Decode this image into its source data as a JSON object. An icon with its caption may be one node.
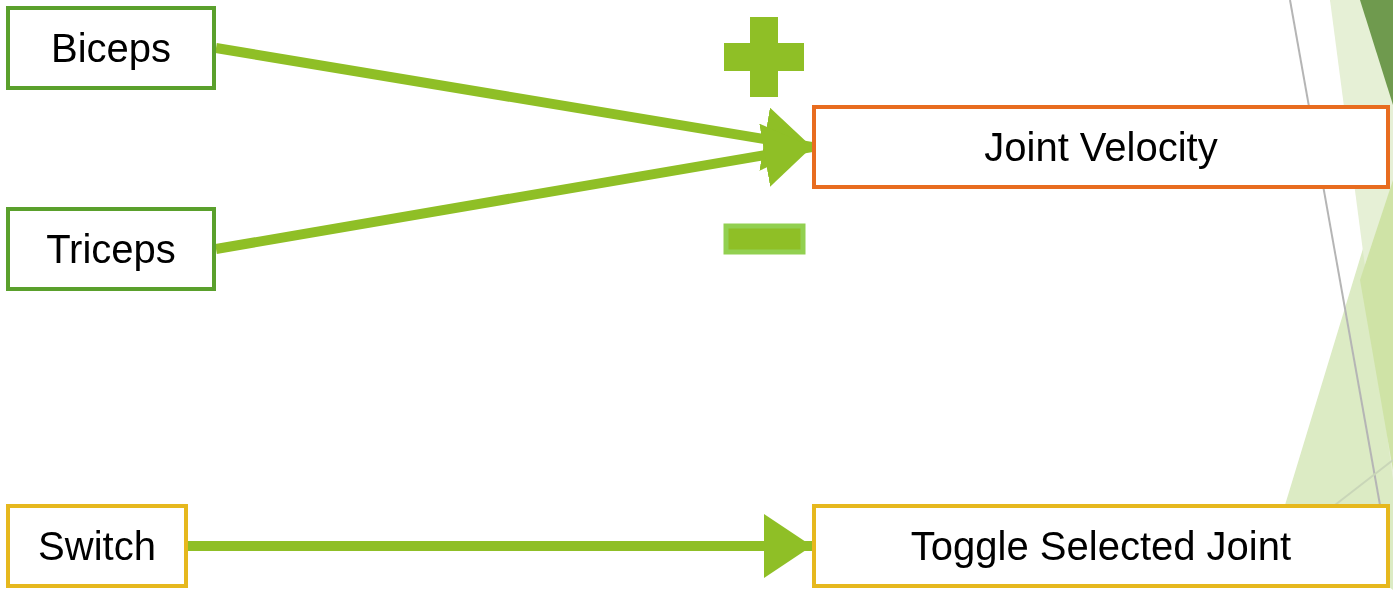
{
  "diagram": {
    "nodes": [
      {
        "text": [
          "Biceps"
        ]
      },
      {
        "text": [
          "Triceps"
        ]
      },
      {
        "text": [
          "Joint Velocity"
        ]
      },
      {
        "text": [
          "Switch"
        ]
      },
      {
        "text": [
          "Toggle Selected Joint"
        ]
      }
    ],
    "edges": [
      {
        "from": 0,
        "to": 2,
        "arrow": "to"
      },
      {
        "from": 1,
        "to": 2,
        "arrow": "to"
      },
      {
        "from": 3,
        "to": 4,
        "arrow": "to"
      }
    ]
  }
}
